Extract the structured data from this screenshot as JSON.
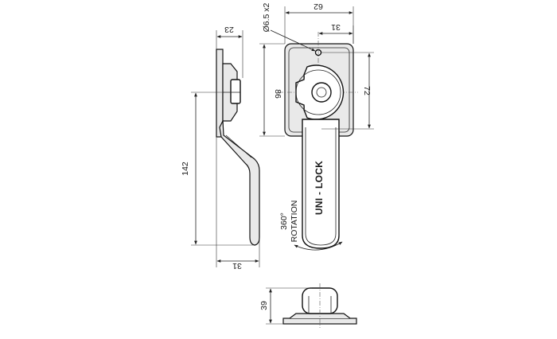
{
  "drawing": {
    "dims": {
      "hole_dia": "Ø6.5 x2",
      "plate_width": "62",
      "hole_offset": "31",
      "plate_height": "86",
      "hole_spacing": "72",
      "side_thickness": "23",
      "side_length": "142",
      "side_depth": "31",
      "bottom_height": "39"
    },
    "handle_brand": "UNI - LOCK",
    "rotation_note_line1": "360°",
    "rotation_note_line2": "ROTATION"
  }
}
